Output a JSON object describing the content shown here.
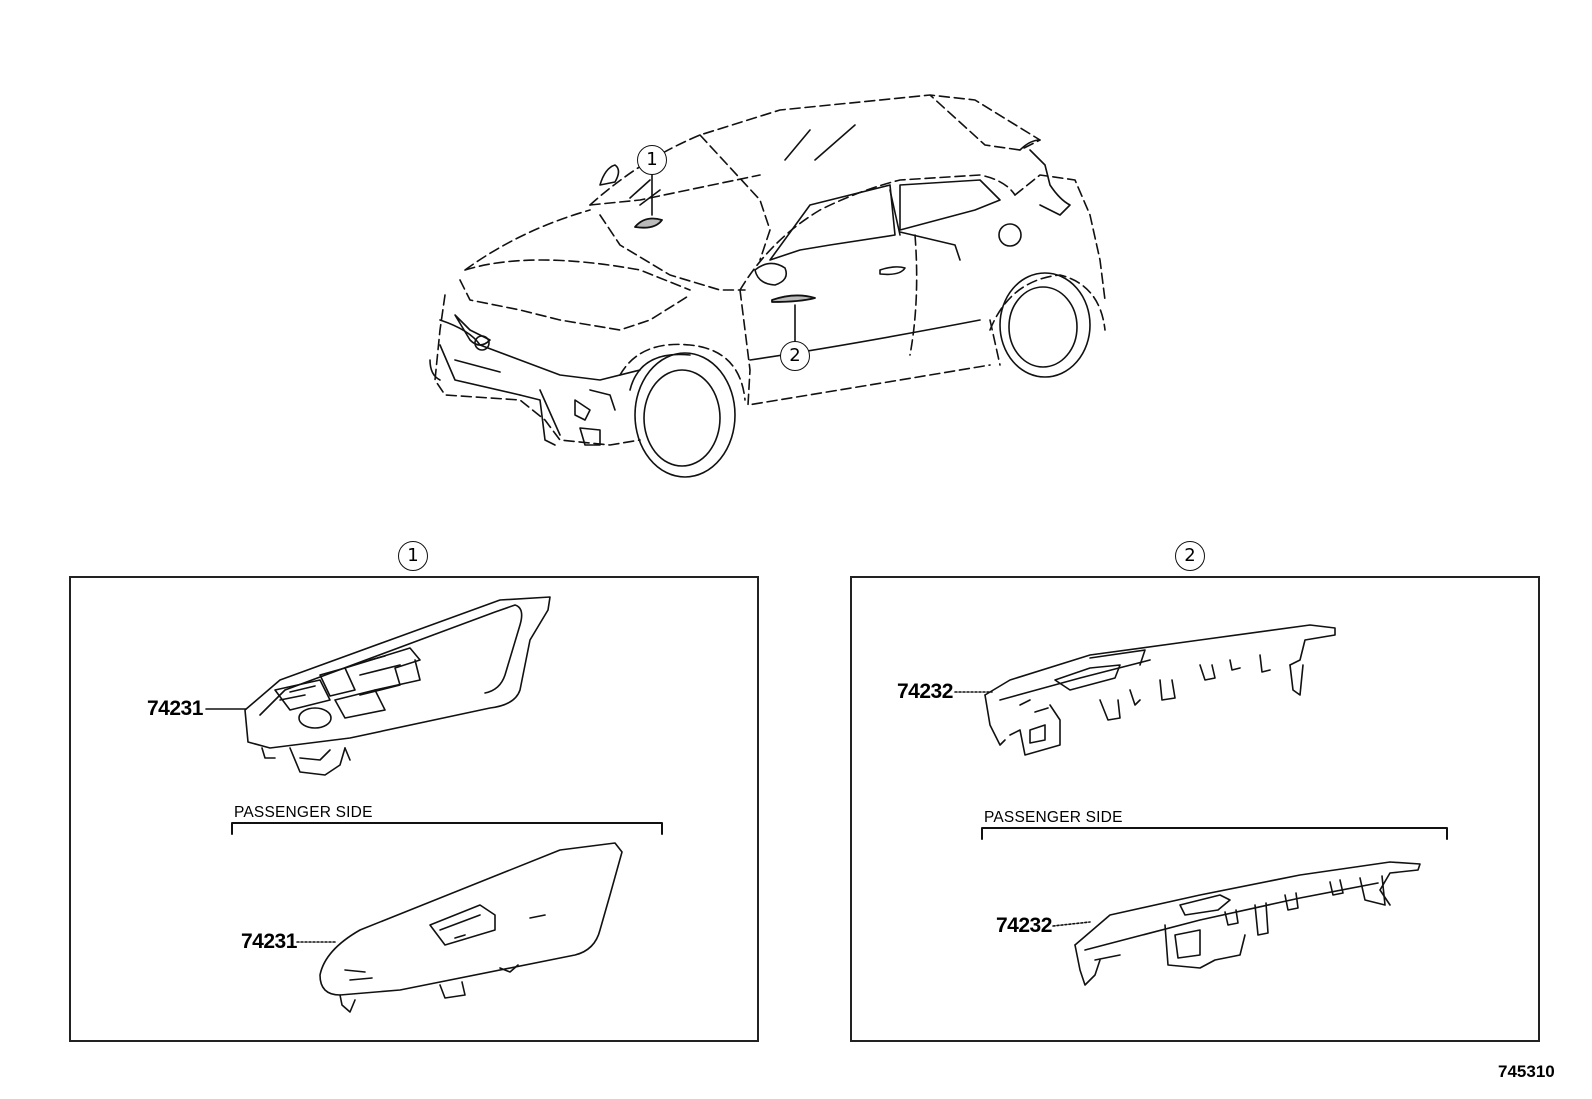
{
  "callouts": {
    "one": "1",
    "two": "2"
  },
  "panel_1": {
    "driver_part_number": "74231",
    "passenger_label": "PASSENGER SIDE",
    "passenger_part_number": "74231"
  },
  "panel_2": {
    "driver_part_number": "74232",
    "passenger_label": "PASSENGER SIDE",
    "passenger_part_number": "74232"
  },
  "illustration_number": "745310"
}
